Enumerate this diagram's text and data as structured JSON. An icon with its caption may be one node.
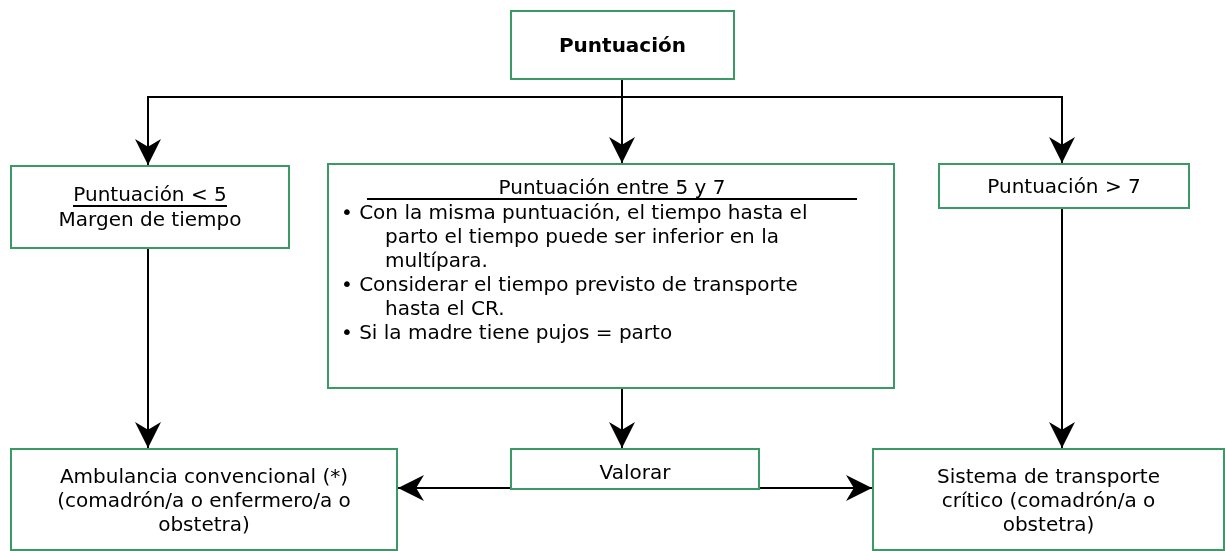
{
  "diagram": {
    "nodes": [
      {
        "text": [
          "Puntuación"
        ]
      },
      {
        "text": [
          "Puntuación < 5",
          "Margen de tiempo"
        ]
      },
      {
        "text": [
          "Puntuación entre 5 y 7",
          "• Con la misma puntuación, el tiempo hasta el parto el tiempo puede ser inferior en la multípara.",
          "• Considerar el tiempo previsto de transporte hasta el CR.",
          "• Si la madre tiene pujos = parto"
        ]
      },
      {
        "text": [
          "Puntuación > 7"
        ]
      },
      {
        "text": [
          "Ambulancia convencional (*) (comadrón/a o enfermero/a o obstetra)"
        ]
      },
      {
        "text": [
          "Valorar"
        ]
      },
      {
        "text": [
          "Sistema de transporte crítico (comadrón/a o obstetra)"
        ]
      }
    ],
    "edges": [
      {
        "from": 0,
        "to": 1,
        "arrow": "to"
      },
      {
        "from": 0,
        "to": 2,
        "arrow": "to"
      },
      {
        "from": 0,
        "to": 3,
        "arrow": "to"
      },
      {
        "from": 1,
        "to": 4,
        "arrow": "to"
      },
      {
        "from": 2,
        "to": 5,
        "arrow": "to"
      },
      {
        "from": 3,
        "to": 6,
        "arrow": "to"
      },
      {
        "from": 5,
        "to": 4,
        "arrow": "to"
      },
      {
        "from": 5,
        "to": 6,
        "arrow": "to"
      }
    ]
  }
}
